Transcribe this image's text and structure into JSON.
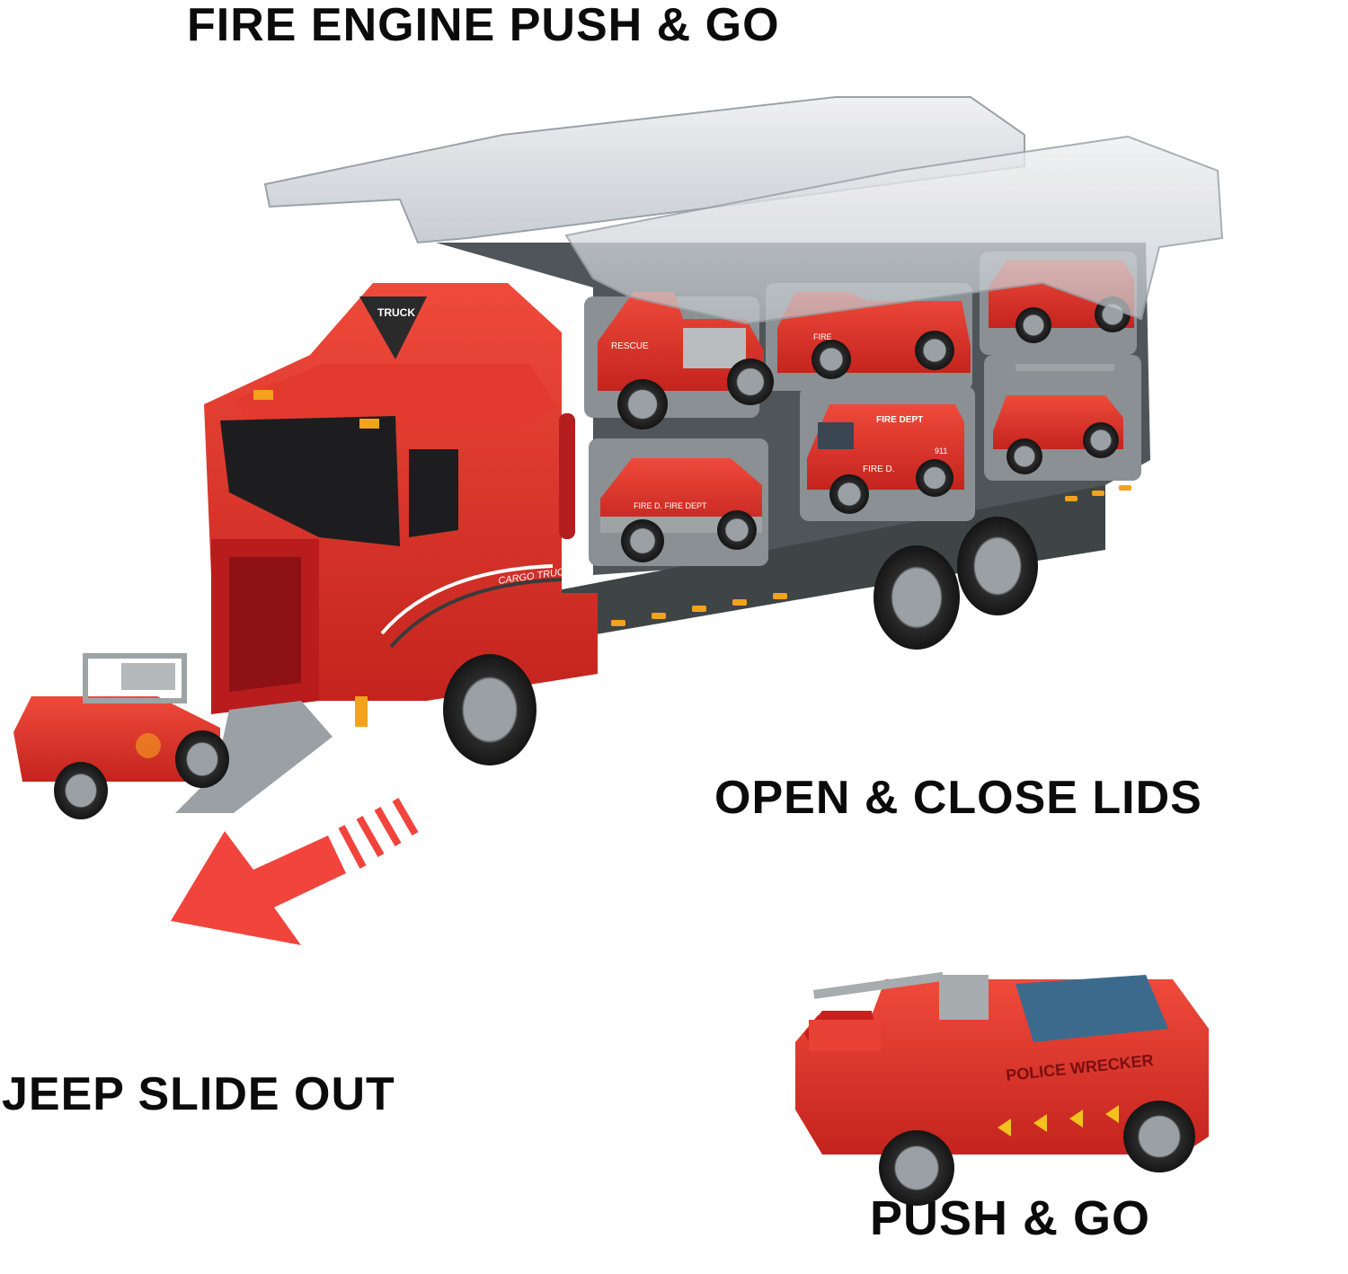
{
  "captions": {
    "top": "FIRE ENGINE PUSH & GO",
    "lids": "OPEN & CLOSE LIDS",
    "jeep": "JEEP SLIDE OUT",
    "push": "PUSH & GO"
  },
  "truck_markings": {
    "cab_logo": "TRUCK",
    "cab_side": "CARGO TRUCK",
    "compartment_1": "RESCUE",
    "compartment_2": "FIRE",
    "compartment_4": "FIRE D.  FIRE DEPT",
    "compartment_5": "FIRE DEPT",
    "compartment_5b": "FIRE D.",
    "compartment_5c": "911"
  },
  "engine_markings": {
    "side": "POLICE WRECKER"
  },
  "colors": {
    "toy_red": "#d92a22",
    "toy_red_dark": "#a8171a",
    "trailer_gray": "#4f5558",
    "lid_clear": "#d9dde0",
    "arrow_red": "#f0443c",
    "caption_text": "#0b0b0b"
  }
}
